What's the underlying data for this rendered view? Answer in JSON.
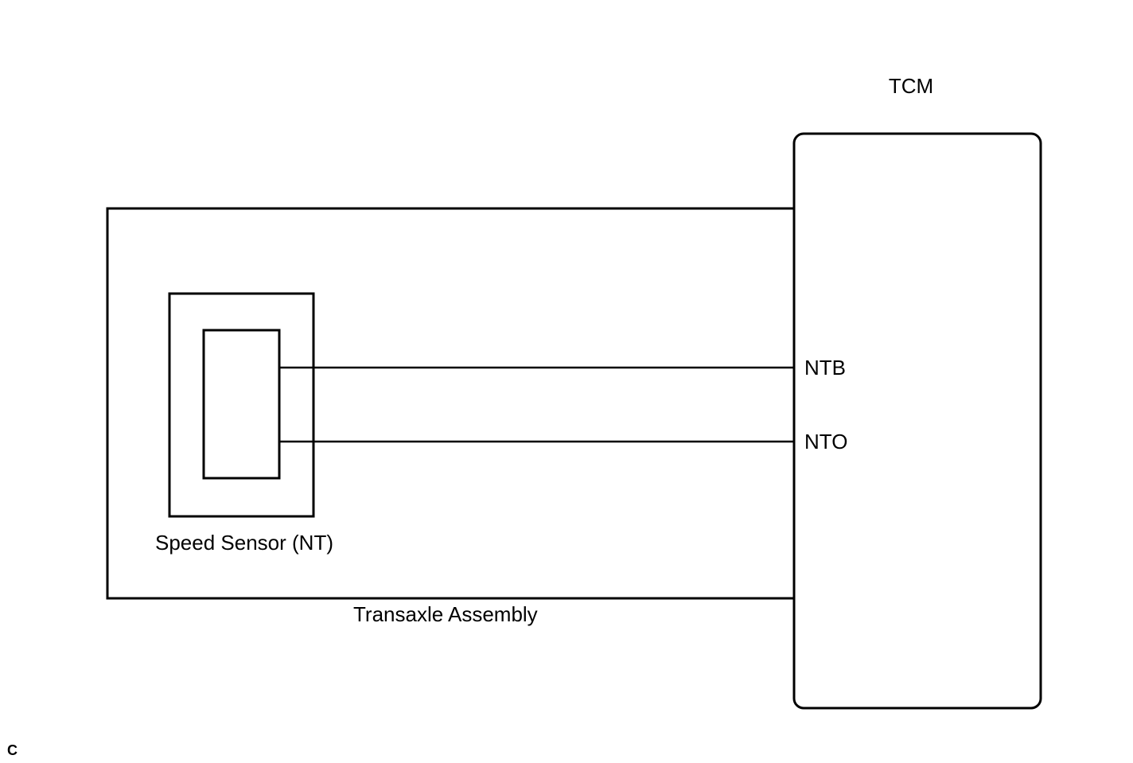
{
  "tcm": {
    "label": "TCM",
    "pins": [
      {
        "label": "NTB"
      },
      {
        "label": "NTO"
      }
    ]
  },
  "transaxle": {
    "label": "Transaxle Assembly"
  },
  "sensor": {
    "label": "Speed Sensor (NT)"
  },
  "corner_code": "C",
  "colors": {
    "line": "#000000",
    "background": "#ffffff"
  }
}
